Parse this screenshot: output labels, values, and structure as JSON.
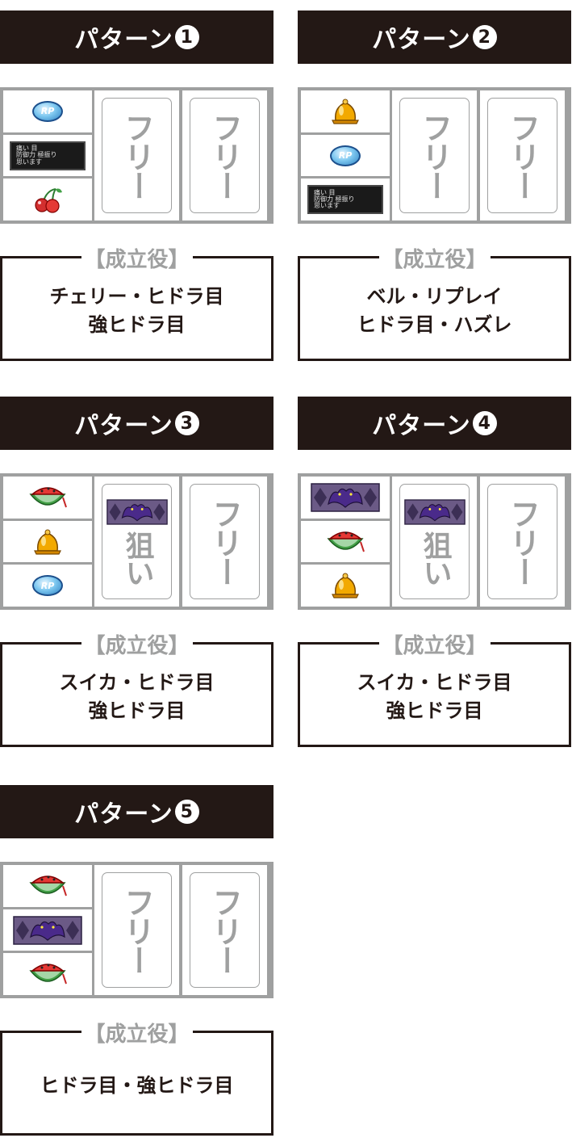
{
  "patterns": [
    {
      "header": "パターン",
      "number": "1",
      "reel1": [
        "replay",
        "sign",
        "cherry"
      ],
      "reel2": {
        "symbol": null,
        "text": "フリー"
      },
      "reel3": {
        "symbol": null,
        "text": "フリー"
      },
      "result_title": "【成立役】",
      "result_lines": [
        "チェリー・ヒドラ目",
        "強ヒドラ目"
      ]
    },
    {
      "header": "パターン",
      "number": "2",
      "reel1": [
        "bell",
        "replay",
        "sign"
      ],
      "reel2": {
        "symbol": null,
        "text": "フリー"
      },
      "reel3": {
        "symbol": null,
        "text": "フリー"
      },
      "result_title": "【成立役】",
      "result_lines": [
        "ベル・リプレイ",
        "ヒドラ目・ハズレ"
      ]
    },
    {
      "header": "パターン",
      "number": "3",
      "reel1": [
        "watermelon",
        "bell",
        "replay"
      ],
      "reel2": {
        "symbol": "hydra",
        "text": "狙い"
      },
      "reel3": {
        "symbol": null,
        "text": "フリー"
      },
      "result_title": "【成立役】",
      "result_lines": [
        "スイカ・ヒドラ目",
        "強ヒドラ目"
      ]
    },
    {
      "header": "パターン",
      "number": "4",
      "reel1": [
        "hydra",
        "watermelon",
        "bell"
      ],
      "reel2": {
        "symbol": "hydra",
        "text": "狙い"
      },
      "reel3": {
        "symbol": null,
        "text": "フリー"
      },
      "result_title": "【成立役】",
      "result_lines": [
        "スイカ・ヒドラ目",
        "強ヒドラ目"
      ]
    },
    {
      "header": "パターン",
      "number": "5",
      "reel1": [
        "watermelon",
        "hydra",
        "watermelon"
      ],
      "reel2": {
        "symbol": null,
        "text": "フリー"
      },
      "reel3": {
        "symbol": null,
        "text": "フリー"
      },
      "result_title": "【成立役】",
      "result_lines": [
        "ヒドラ目・強ヒドラ目"
      ]
    }
  ],
  "symbols": {
    "replay": {
      "label": "RP",
      "name": "replay-icon"
    },
    "bell": {
      "name": "bell-icon"
    },
    "cherry": {
      "name": "cherry-icon"
    },
    "watermelon": {
      "name": "watermelon-icon"
    },
    "hydra": {
      "name": "hydra-icon"
    },
    "sign": {
      "name": "signboard-icon",
      "lines": [
        "痛い 目",
        "防御力 極振り",
        "思います"
      ]
    }
  },
  "colors": {
    "header_bg": "#231815",
    "reel_frame": "#9fa0a0",
    "text_gray": "#9fa0a0",
    "text_dark": "#231815"
  }
}
